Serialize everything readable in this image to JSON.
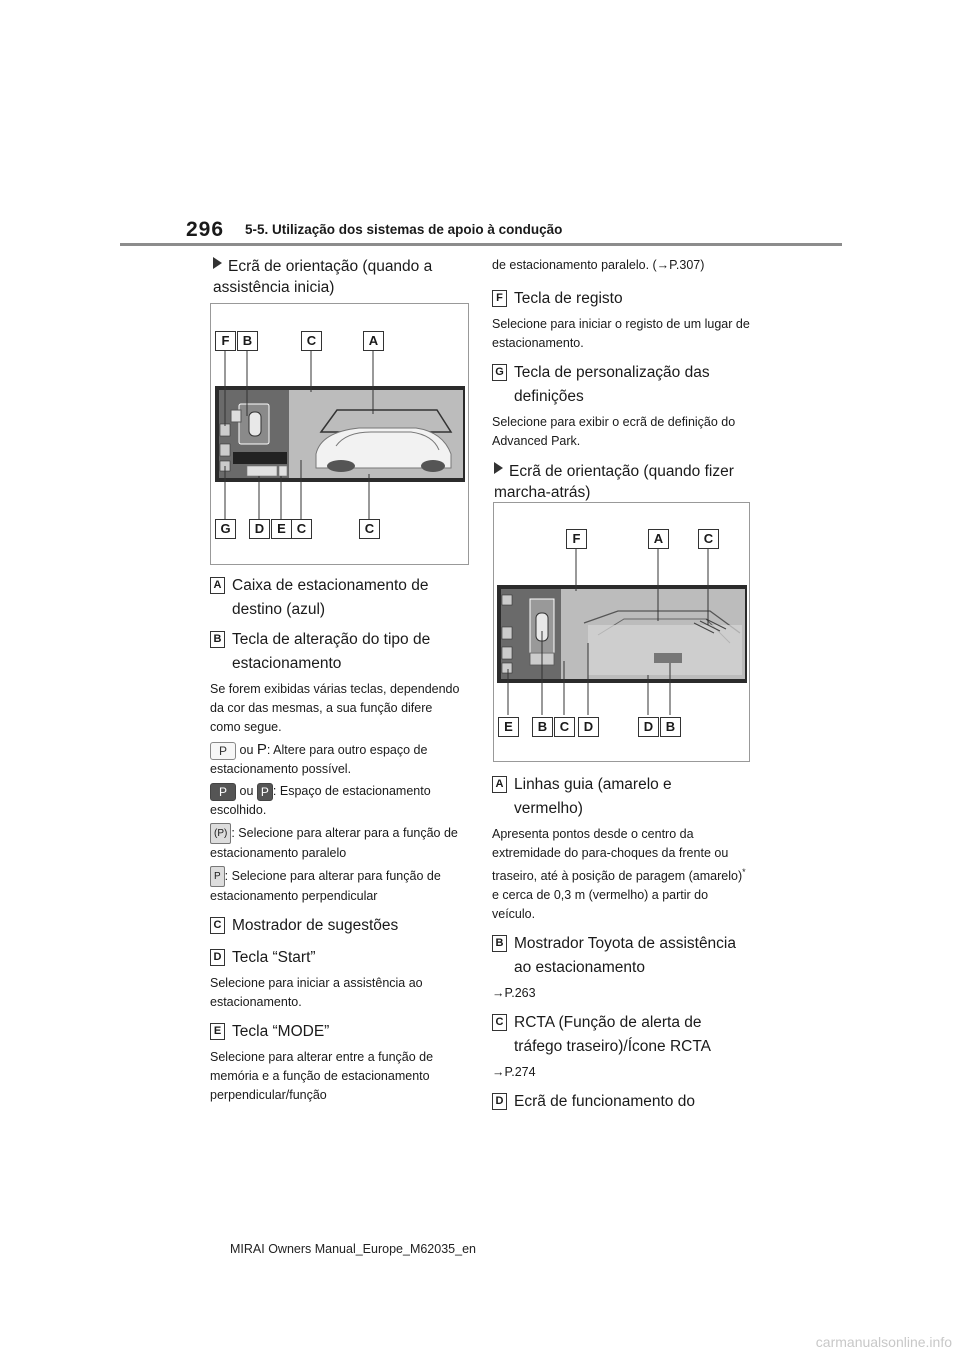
{
  "header": {
    "page_number": "296",
    "section_title": "5-5. Utilização dos sistemas de apoio à condução"
  },
  "footer": {
    "manual_name": "MIRAI Owners Manual_Europe_M62035_en"
  },
  "watermark": "carmanualsonline.info",
  "left": {
    "screen1_heading": "Ecrã de orientação (quando a assistência inicia)",
    "figure1_labels_top": [
      "F",
      "B",
      "C",
      "A"
    ],
    "figure1_labels_bottom": [
      "G",
      "D",
      "E",
      "C",
      "C"
    ],
    "items": {
      "A": {
        "badge": "A",
        "title_1": "Caixa de estacionamento de",
        "title_2": "destino (azul)"
      },
      "B": {
        "badge": "B",
        "title_1": "Tecla de alteração do tipo de",
        "title_2": "estacionamento",
        "desc": "Se forem exibidas várias teclas, dependendo da cor das mesmas, a sua função difere como segue.",
        "line1_key1": "P",
        "line1_or": "ou",
        "line1_key2": "P",
        "line1_text": ": Altere para outro espaço de estacionamento possível.",
        "line2_key1": "P",
        "line2_or": "ou",
        "line2_key2": "P",
        "line2_text": ": Espaço de estacionamento escolhido.",
        "line3_key": "(P)",
        "line3_text": ": Selecione para alterar para a função de estacionamento paralelo",
        "line4_key": "P",
        "line4_text": ": Selecione para alterar para função de estacionamento perpendicular"
      },
      "C": {
        "badge": "C",
        "title": "Mostrador de sugestões"
      },
      "D": {
        "badge": "D",
        "title": "Tecla “Start”",
        "desc": "Selecione para iniciar a assistência ao estacionamento."
      },
      "E": {
        "badge": "E",
        "title": "Tecla “MODE”",
        "desc": "Selecione para alterar entre a função de memória e a função de estacionamento perpendicular/função"
      }
    }
  },
  "right": {
    "continued_text": "de estacionamento paralelo. (→P.307)",
    "items": {
      "F": {
        "badge": "F",
        "title": "Tecla de registo",
        "desc": "Selecione para iniciar o registo de um lugar de estacionamento."
      },
      "G": {
        "badge": "G",
        "title_1": "Tecla de personalização das",
        "title_2": "definições",
        "desc": "Selecione para exibir o ecrã de definição do Advanced Park."
      }
    },
    "screen2_heading": "Ecrã de orientação (quando fizer marcha-atrás)",
    "figure2_labels_top": [
      "F",
      "A",
      "C"
    ],
    "figure2_labels_bottom": [
      "E",
      "B",
      "C",
      "D",
      "D",
      "B"
    ],
    "items2": {
      "A": {
        "badge": "A",
        "title_1": "Linhas guia (amarelo e",
        "title_2": "vermelho)",
        "desc_1": "Apresenta pontos desde o centro da extremidade do para-choques da frente ou traseiro, até à posição de paragem (amarelo)",
        "asterisk": "*",
        "desc_2": " e cerca de 0,3 m (vermelho) a partir do veículo."
      },
      "B": {
        "badge": "B",
        "title_1": "Mostrador Toyota de assistência",
        "title_2": "ao estacionamento",
        "ref": "→P.263"
      },
      "C": {
        "badge": "C",
        "title_1": "RCTA (Função de alerta de",
        "title_2": "tráfego traseiro)/Ícone RCTA",
        "ref": "→P.274"
      },
      "D": {
        "badge": "D",
        "title": "Ecrã de funcionamento do"
      }
    }
  }
}
